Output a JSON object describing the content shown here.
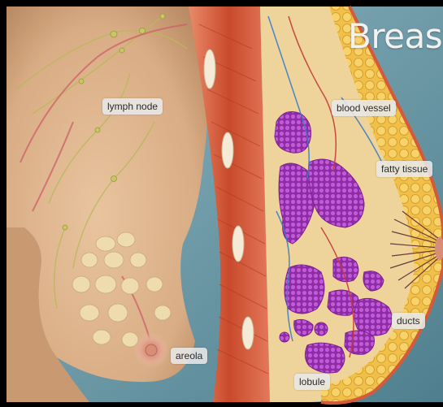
{
  "title": "Breast",
  "labels": {
    "lymph_node": "lymph node",
    "blood_vessel": "blood vessel",
    "fatty_tissue": "fatty tissue",
    "ducts": "ducts",
    "areola": "areola",
    "lobule": "lobule"
  },
  "colors": {
    "skin": "#dcb48e",
    "muscle": "#d9603f",
    "lobule": "#a23cb8",
    "fat": "#f2c24a",
    "background": "#6f9aa8"
  }
}
